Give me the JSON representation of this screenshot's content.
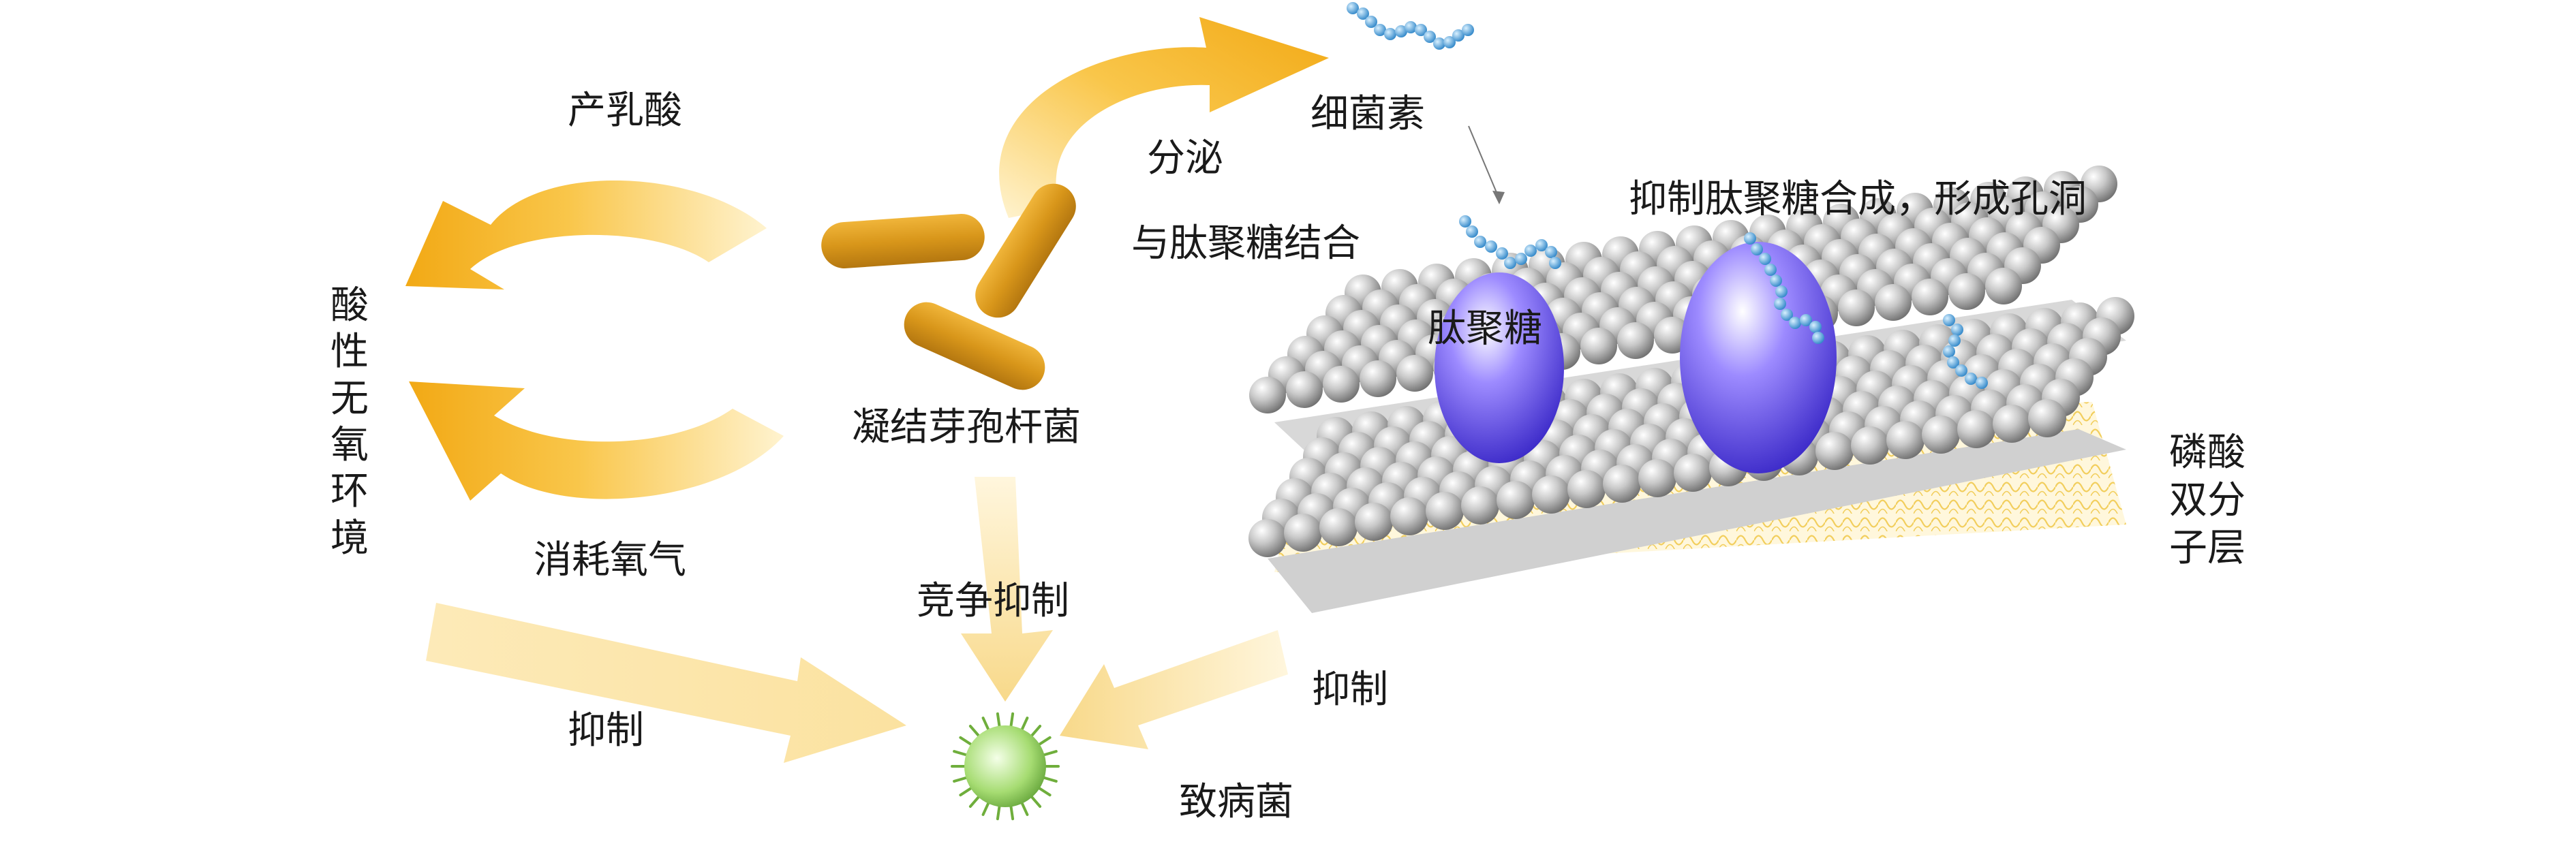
{
  "labels": {
    "lactic_acid": "产乳酸",
    "acidic_anaerobic_env": "酸性无氧环境",
    "consume_oxygen": "消耗氧气",
    "inhibit_left": "抑制",
    "bacillus_coagulans": "凝结芽孢杆菌",
    "secrete": "分泌",
    "bacteriocin": "细菌素",
    "bind_peptidoglycan": "与肽聚糖结合",
    "inhibit_synthesis": "抑制肽聚糖合成，形成孔洞",
    "peptidoglycan": "肽聚糖",
    "phospholipid_bilayer": "磷酸双分子层",
    "competitive_inhibition": "竞争抑制",
    "inhibit_right": "抑制",
    "pathogen": "致病菌"
  },
  "colors": {
    "arrow_orange": "#f5b21c",
    "arrow_light": "#fde6a8",
    "rod_bacteria": "#d99a1a",
    "peptide_chain": "#3b9ad8",
    "protein_purple": "#5b47e0",
    "lipid_head": "#b8b8b8",
    "lipid_tail": "#f3d36a",
    "pathogen_green": "#8fcf5a"
  },
  "icons": [
    "curved-arrow",
    "rod-bacterium",
    "peptide-chain",
    "membrane-protein",
    "lipid-bilayer",
    "pathogen-cell"
  ]
}
